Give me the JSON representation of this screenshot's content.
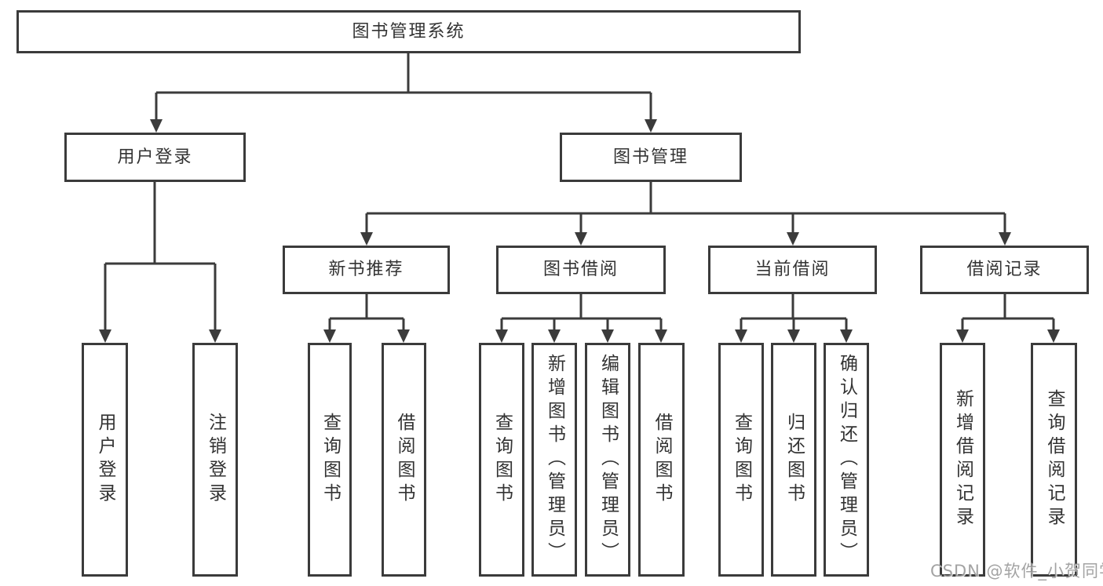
{
  "tree": {
    "root": {
      "label": "图书管理系统"
    },
    "branches": [
      {
        "label": "用户登录",
        "children": [
          {
            "label": "用户登录"
          },
          {
            "label": "注销登录"
          }
        ]
      },
      {
        "label": "图书管理",
        "children": [
          {
            "label": "新书推荐",
            "children": [
              {
                "label": "查询图书"
              },
              {
                "label": "借阅图书"
              }
            ]
          },
          {
            "label": "图书借阅",
            "children": [
              {
                "label": "查询图书"
              },
              {
                "label": "新增图书（管理员）"
              },
              {
                "label": "编辑图书（管理员）"
              },
              {
                "label": "借阅图书"
              }
            ]
          },
          {
            "label": "当前借阅",
            "children": [
              {
                "label": "查询图书"
              },
              {
                "label": "归还图书"
              },
              {
                "label": "确认归还（管理员）"
              }
            ]
          },
          {
            "label": "借阅记录",
            "children": [
              {
                "label": "新增借阅记录"
              },
              {
                "label": "查询借阅记录"
              }
            ]
          }
        ]
      }
    ]
  },
  "watermark": {
    "text": "CSDN @软件_小贺同学"
  },
  "colors": {
    "line": "#3b3b3b",
    "text": "#333333",
    "background": "#ffffff",
    "watermark": "#969696"
  }
}
